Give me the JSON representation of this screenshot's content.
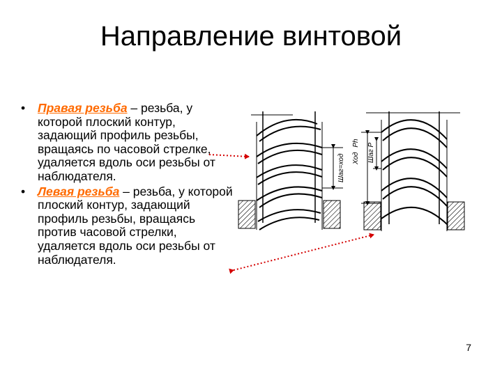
{
  "slide": {
    "title": "Направление винтовой",
    "page_number": "7",
    "bullets": [
      {
        "term": "Правая резьба",
        "text": " – резьба, у которой плоский контур, задающий профиль резьбы, вращаясь по часовой стрелке, удаляется вдоль оси резьбы от наблюдателя."
      },
      {
        "term": "Левая резьба",
        "text": " – резьба, у которой плоский контур, задающий профиль резьбы, вращаясь против часовой стрелки, удаляется вдоль оси резьбы от наблюдателя."
      }
    ]
  },
  "figure": {
    "dim_labels": {
      "step_left": "Шаг=ход",
      "step_right": "Шаг P",
      "lead_symbol": "Ph",
      "lead_right": "Ход"
    }
  },
  "colors": {
    "term": "#ff6a00",
    "arrow": "#d40000"
  }
}
